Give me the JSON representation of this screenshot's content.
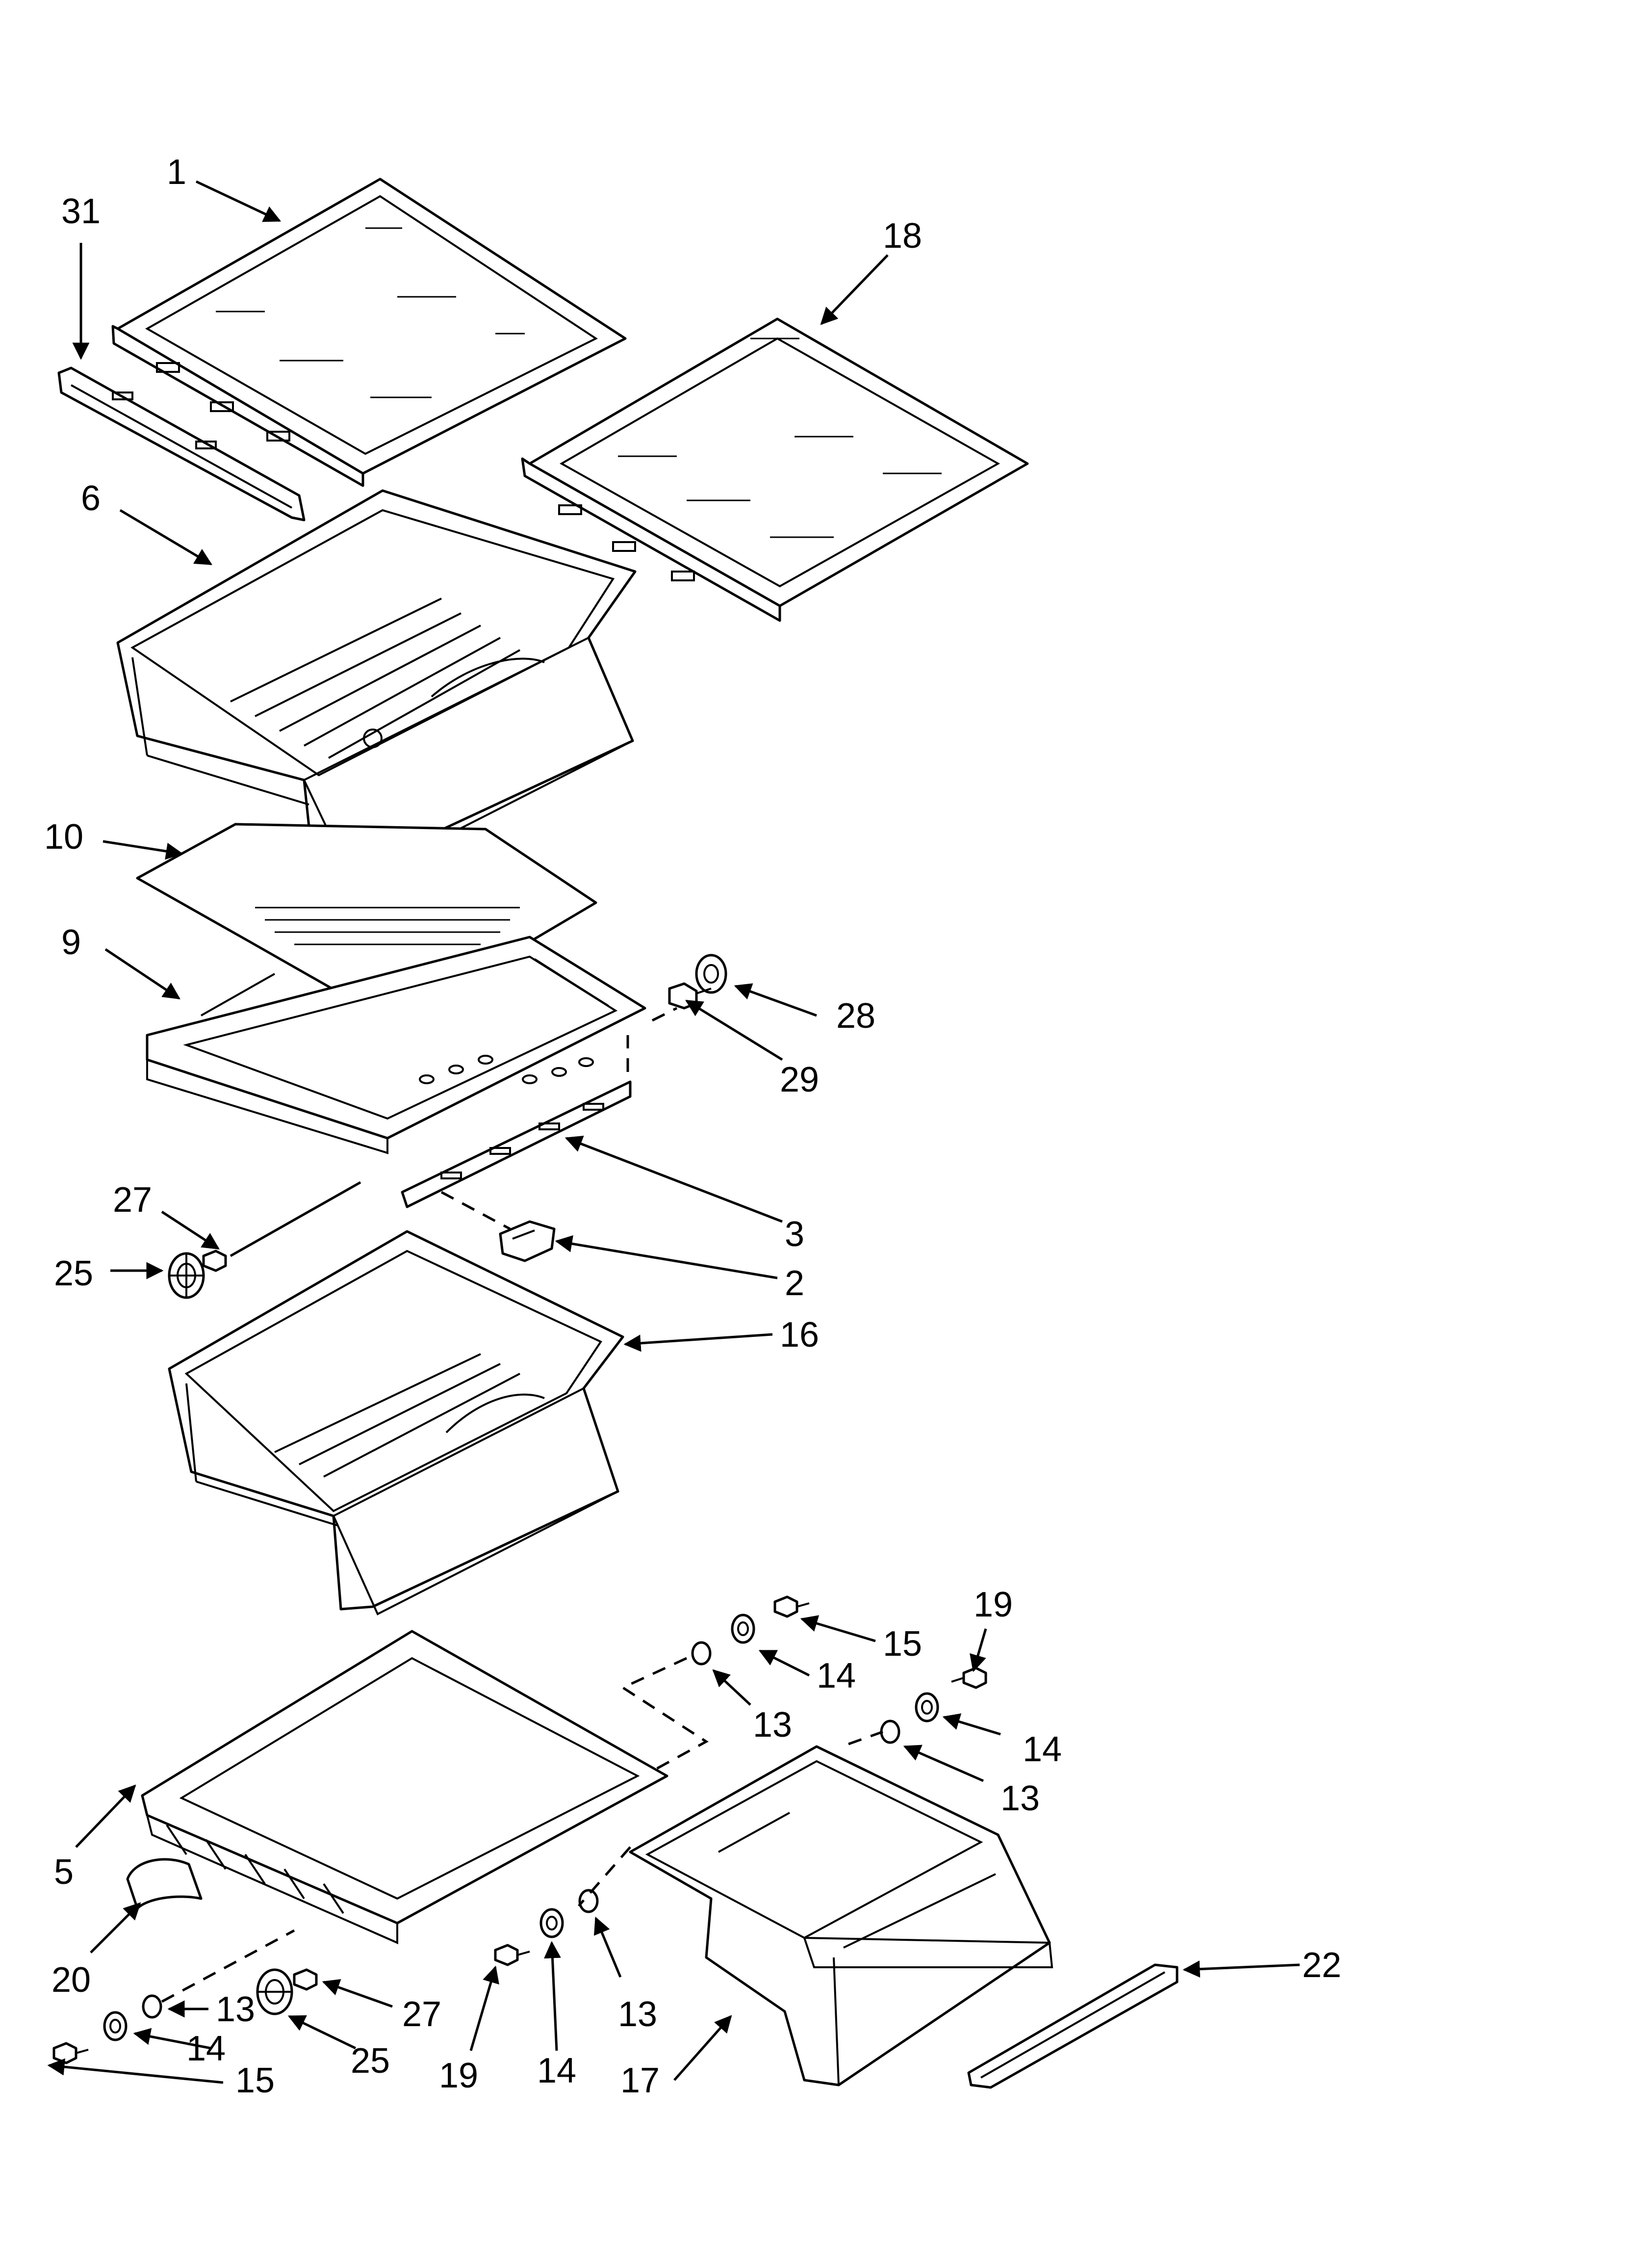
{
  "callouts": {
    "c1": "1",
    "c31": "31",
    "c18": "18",
    "c6": "6",
    "c10": "10",
    "c9": "9",
    "c28": "28",
    "c29": "29",
    "c27a": "27",
    "c25a": "25",
    "c3": "3",
    "c2": "2",
    "c16": "16",
    "c15a": "15",
    "c19a": "19",
    "c14a": "14",
    "c13a": "13",
    "c14b": "14",
    "c13b": "13",
    "c5": "5",
    "c20": "20",
    "c22": "22",
    "c13c": "13",
    "c27b": "27",
    "c14c": "14",
    "c25b": "25",
    "c15b": "15",
    "c19b": "19",
    "c14d": "14",
    "c13d": "13",
    "c17": "17"
  }
}
